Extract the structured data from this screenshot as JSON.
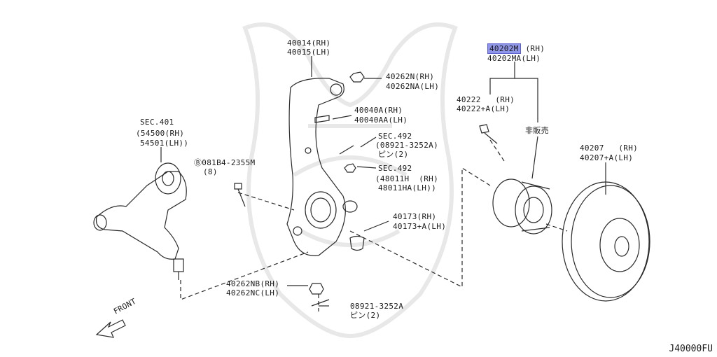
{
  "labels": {
    "hub_rh": "40202M",
    "hub_rh_side": "(RH)",
    "hub_lh": "40202MA(LH)",
    "knuckle_rh": "40014(RH)",
    "knuckle_lh": "40015(LH)",
    "nut_top_rh": "40262N(RH)",
    "nut_top_lh": "40262NA(LH)",
    "bolt_rh": "40040A(RH)",
    "bolt_lh": "40040AA(LH)",
    "sec492_a": "SEC.492",
    "pin_a_code": "(08921-3252A)",
    "pin_a_desc": "ピン(2)",
    "sec492_b": "SEC.492",
    "tie_rh": "(48011H  (RH)",
    "tie_lh": "48011HA(LH))",
    "sec401": "SEC.401",
    "arm_rh": "(54500(RH)",
    "arm_lh": "54501(LH))",
    "bolt_b": "Ⓑ081B4-2355M",
    "bolt_b_qty": "(8)",
    "boot_rh": "40173(RH)",
    "boot_lh": "40173+A(LH)",
    "nut_bot_rh": "40262NB(RH)",
    "nut_bot_lh": "40262NC(LH)",
    "pin_b_code": "08921-3252A",
    "pin_b_desc": "ピン(2)",
    "hubbolt_rh": "40222   (RH)",
    "hubbolt_lh": "40222+A(LH)",
    "not_sold": "非販売",
    "rotor_rh": "40207   (RH)",
    "rotor_lh": "40207+A(LH)",
    "front": "FRONT",
    "diagram_code": "J40000FU"
  },
  "colors": {
    "highlight": "#8f95e6",
    "line": "#2a2a2a",
    "watermark": "#e6e6e6"
  }
}
